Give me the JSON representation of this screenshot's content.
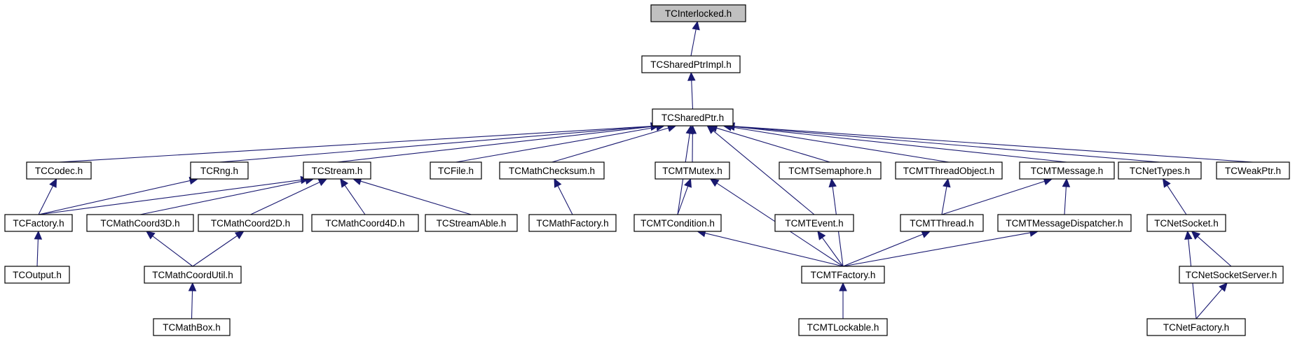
{
  "nodes": {
    "interlocked": "TCInterlocked.h",
    "sharedptrimpl": "TCSharedPtrImpl.h",
    "sharedptr": "TCSharedPtr.h",
    "codec": "TCCodec.h",
    "rng": "TCRng.h",
    "stream": "TCStream.h",
    "file": "TCFile.h",
    "mathchecksum": "TCMathChecksum.h",
    "mtmutex": "TCMTMutex.h",
    "mtsemaphore": "TCMTSemaphore.h",
    "mtthreadobject": "TCMTThreadObject.h",
    "mtmessage": "TCMTMessage.h",
    "nettypes": "TCNetTypes.h",
    "weakptr": "TCWeakPtr.h",
    "factory": "TCFactory.h",
    "mathcoord3d": "TCMathCoord3D.h",
    "mathcoord2d": "TCMathCoord2D.h",
    "mathcoord4d": "TCMathCoord4D.h",
    "streamable": "TCStreamAble.h",
    "mathfactory": "TCMathFactory.h",
    "mtcondition": "TCMTCondition.h",
    "mtevent": "TCMTEvent.h",
    "mtthread": "TCMTThread.h",
    "mtmessagedispatcher": "TCMTMessageDispatcher.h",
    "netsocket": "TCNetSocket.h",
    "output": "TCOutput.h",
    "mathcoordutil": "TCMathCoordUtil.h",
    "mtfactory": "TCMTFactory.h",
    "netsocketserver": "TCNetSocketServer.h",
    "mathbox": "TCMathBox.h",
    "mtlockable": "TCMTLockable.h",
    "netfactory": "TCNetFactory.h"
  },
  "edges": [
    [
      "sharedptrimpl",
      "interlocked"
    ],
    [
      "sharedptr",
      "sharedptrimpl"
    ],
    [
      "codec",
      "sharedptr"
    ],
    [
      "rng",
      "sharedptr"
    ],
    [
      "stream",
      "sharedptr"
    ],
    [
      "file",
      "sharedptr"
    ],
    [
      "mathchecksum",
      "sharedptr"
    ],
    [
      "mtmutex",
      "sharedptr"
    ],
    [
      "mtcondition",
      "sharedptr"
    ],
    [
      "mtevent",
      "sharedptr"
    ],
    [
      "mtsemaphore",
      "sharedptr"
    ],
    [
      "mtthreadobject",
      "sharedptr"
    ],
    [
      "mtmessage",
      "sharedptr"
    ],
    [
      "nettypes",
      "sharedptr"
    ],
    [
      "weakptr",
      "sharedptr"
    ],
    [
      "factory",
      "codec"
    ],
    [
      "factory",
      "rng"
    ],
    [
      "factory",
      "stream"
    ],
    [
      "mathcoord3d",
      "stream"
    ],
    [
      "mathcoord2d",
      "stream"
    ],
    [
      "mathcoord4d",
      "stream"
    ],
    [
      "streamable",
      "stream"
    ],
    [
      "mathfactory",
      "mathchecksum"
    ],
    [
      "mtcondition",
      "mtmutex"
    ],
    [
      "mtfactory",
      "mtmutex"
    ],
    [
      "mtfactory",
      "mtsemaphore"
    ],
    [
      "mtthread",
      "mtthreadobject"
    ],
    [
      "mtthread",
      "mtmessage"
    ],
    [
      "mtmessagedispatcher",
      "mtmessage"
    ],
    [
      "netsocket",
      "nettypes"
    ],
    [
      "output",
      "factory"
    ],
    [
      "mathcoordutil",
      "mathcoord3d"
    ],
    [
      "mathcoordutil",
      "mathcoord2d"
    ],
    [
      "mtfactory",
      "mtcondition"
    ],
    [
      "mtfactory",
      "mtevent"
    ],
    [
      "mtfactory",
      "mtthread"
    ],
    [
      "mtfactory",
      "mtmessagedispatcher"
    ],
    [
      "netsocketserver",
      "netsocket"
    ],
    [
      "netfactory",
      "netsocket"
    ],
    [
      "netfactory",
      "netsocketserver"
    ],
    [
      "mathbox",
      "mathcoordutil"
    ],
    [
      "mtlockable",
      "mtfactory"
    ]
  ],
  "colors": {
    "edge": "#191970",
    "root_fill": "#c0c0c0",
    "node_fill": "#ffffff",
    "node_border": "#000000"
  }
}
